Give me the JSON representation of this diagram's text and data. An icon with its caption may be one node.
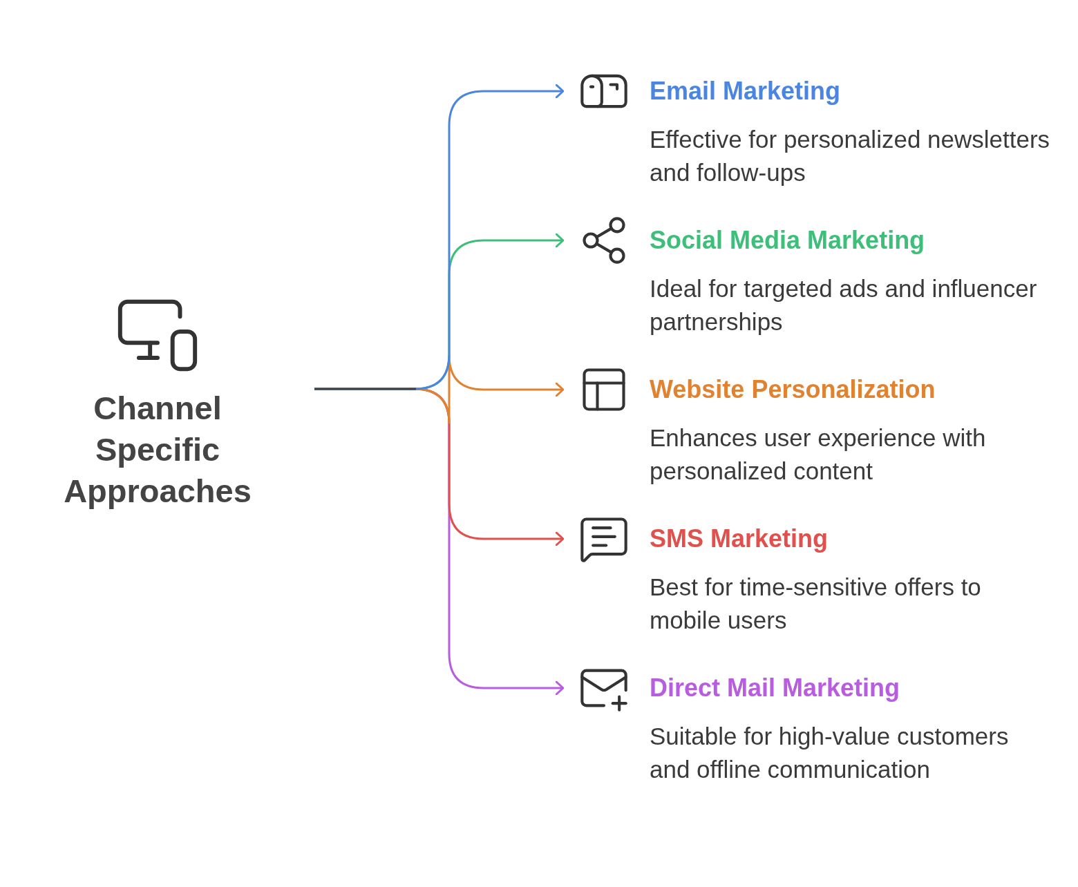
{
  "diagram": {
    "nodes": [
      {
        "text": [
          "Channel Specific Approaches"
        ]
      },
      {
        "text": [
          "Email Marketing",
          "Effective for personalized newsletters and follow-ups"
        ]
      },
      {
        "text": [
          "Social Media Marketing",
          "Ideal for targeted ads and influencer partnerships"
        ]
      },
      {
        "text": [
          "Website Personalization",
          "Enhances user experience with personalized content"
        ]
      },
      {
        "text": [
          "SMS Marketing",
          "Best for time-sensitive offers to mobile users"
        ]
      },
      {
        "text": [
          "Direct Mail Marketing",
          "Suitable for high-value customers and offline communication"
        ]
      }
    ],
    "edges": [
      {
        "from": 0,
        "to": 1,
        "arrow": "to",
        "color": "#4a86e0"
      },
      {
        "from": 0,
        "to": 2,
        "arrow": "to",
        "color": "#3dbf7a"
      },
      {
        "from": 0,
        "to": 3,
        "arrow": "to",
        "color": "#e08230"
      },
      {
        "from": 0,
        "to": 4,
        "arrow": "to",
        "color": "#e0504c"
      },
      {
        "from": 0,
        "to": 5,
        "arrow": "to",
        "color": "#b85ce0"
      }
    ]
  }
}
